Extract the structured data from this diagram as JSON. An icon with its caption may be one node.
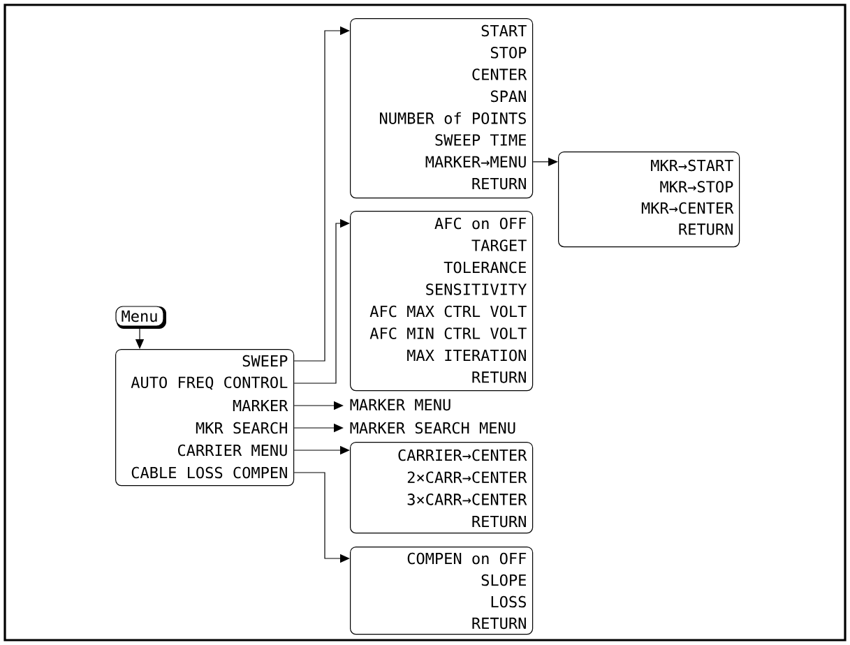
{
  "diagram": {
    "nodes": [
      {
        "text": [
          "Menu"
        ]
      },
      {
        "text": [],
        "shape": "box"
      },
      {
        "text": [
          "SWEEP"
        ],
        "in": 1
      },
      {
        "text": [
          "AUTO FREQ CONTROL"
        ],
        "in": 1
      },
      {
        "text": [
          "MARKER"
        ],
        "in": 1
      },
      {
        "text": [
          "MKR SEARCH"
        ],
        "in": 1
      },
      {
        "text": [
          "CARRIER MENU"
        ],
        "in": 1
      },
      {
        "text": [
          "CABLE LOSS COMPEN"
        ],
        "in": 1
      },
      {
        "text": [],
        "shape": "box"
      },
      {
        "text": [
          "START"
        ],
        "in": 8
      },
      {
        "text": [
          "STOP"
        ],
        "in": 8
      },
      {
        "text": [
          "CENTER"
        ],
        "in": 8
      },
      {
        "text": [
          "SPAN"
        ],
        "in": 8
      },
      {
        "text": [
          "NUMBER of POINTS"
        ],
        "in": 8
      },
      {
        "text": [
          "SWEEP TIME"
        ],
        "in": 8
      },
      {
        "text": [
          "MARKER→MENU"
        ],
        "in": 8
      },
      {
        "text": [
          "RETURN"
        ],
        "in": 8
      },
      {
        "text": [],
        "shape": "box"
      },
      {
        "text": [
          "MKR→START"
        ],
        "in": 17
      },
      {
        "text": [
          "MKR→STOP"
        ],
        "in": 17
      },
      {
        "text": [
          "MKR→CENTER"
        ],
        "in": 17
      },
      {
        "text": [
          "RETURN"
        ],
        "in": 17
      },
      {
        "text": [],
        "shape": "box"
      },
      {
        "text": [
          "AFC on OFF"
        ],
        "in": 22
      },
      {
        "text": [
          "TARGET"
        ],
        "in": 22
      },
      {
        "text": [
          "TOLERANCE"
        ],
        "in": 22
      },
      {
        "text": [
          "SENSITIVITY"
        ],
        "in": 22
      },
      {
        "text": [
          "AFC MAX CTRL VOLT"
        ],
        "in": 22
      },
      {
        "text": [
          "AFC MIN CTRL VOLT"
        ],
        "in": 22
      },
      {
        "text": [
          "MAX ITERATION"
        ],
        "in": 22
      },
      {
        "text": [
          "RETURN"
        ],
        "in": 22
      },
      {
        "text": [
          "MARKER MENU"
        ]
      },
      {
        "text": [
          "MARKER SEARCH MENU"
        ]
      },
      {
        "text": [],
        "shape": "box"
      },
      {
        "text": [
          "CARRIER→CENTER"
        ],
        "in": 33
      },
      {
        "text": [
          "2×CARR→CENTER"
        ],
        "in": 33
      },
      {
        "text": [
          "3×CARR→CENTER"
        ],
        "in": 33
      },
      {
        "text": [
          "RETURN"
        ],
        "in": 33
      },
      {
        "text": [],
        "shape": "box"
      },
      {
        "text": [
          "COMPEN on OFF"
        ],
        "in": 38
      },
      {
        "text": [
          "SLOPE"
        ],
        "in": 38
      },
      {
        "text": [
          "LOSS"
        ],
        "in": 38
      },
      {
        "text": [
          "RETURN"
        ],
        "in": 38
      }
    ],
    "edges": [
      {
        "from": 0,
        "to": 1,
        "arrow": "to"
      },
      {
        "from": 2,
        "to": 8,
        "arrow": "to"
      },
      {
        "from": 3,
        "to": 22,
        "arrow": "to"
      },
      {
        "from": 4,
        "to": 31,
        "arrow": "to"
      },
      {
        "from": 5,
        "to": 32,
        "arrow": "to"
      },
      {
        "from": 6,
        "to": 33,
        "arrow": "to"
      },
      {
        "from": 7,
        "to": 38,
        "arrow": "to"
      },
      {
        "from": 15,
        "to": 17,
        "arrow": "to"
      }
    ]
  }
}
